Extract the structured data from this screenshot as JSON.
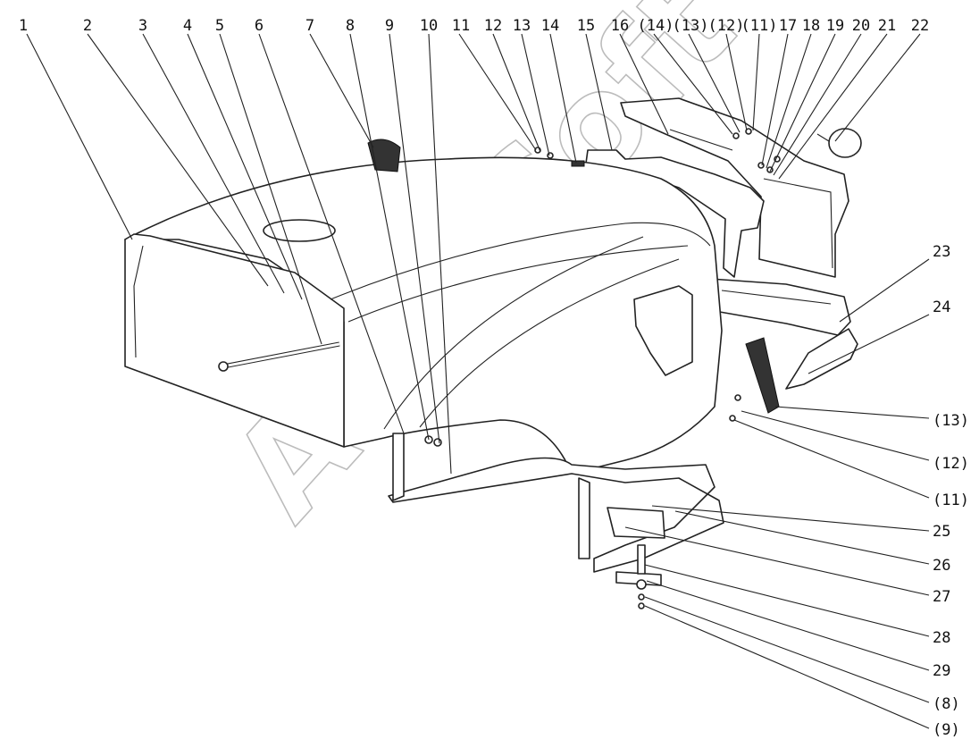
{
  "figure": {
    "watermark": "AutoSoft",
    "callouts_top": [
      {
        "id": "c1",
        "label": "1"
      },
      {
        "id": "c2",
        "label": "2"
      },
      {
        "id": "c3",
        "label": "3"
      },
      {
        "id": "c4",
        "label": "4"
      },
      {
        "id": "c5",
        "label": "5"
      },
      {
        "id": "c6",
        "label": "6"
      },
      {
        "id": "c7",
        "label": "7"
      },
      {
        "id": "c8",
        "label": "8"
      },
      {
        "id": "c9",
        "label": "9"
      },
      {
        "id": "c10",
        "label": "10"
      },
      {
        "id": "c11",
        "label": "11"
      },
      {
        "id": "c12",
        "label": "12"
      },
      {
        "id": "c13",
        "label": "13"
      },
      {
        "id": "c14",
        "label": "14"
      },
      {
        "id": "c15",
        "label": "15"
      },
      {
        "id": "c16",
        "label": "16"
      },
      {
        "id": "c14b",
        "label": "(14)"
      },
      {
        "id": "c13b",
        "label": "(13)"
      },
      {
        "id": "c12b",
        "label": "(12)"
      },
      {
        "id": "c11b",
        "label": "(11)"
      },
      {
        "id": "c17",
        "label": "17"
      },
      {
        "id": "c18",
        "label": "18"
      },
      {
        "id": "c19",
        "label": "19"
      },
      {
        "id": "c20",
        "label": "20"
      },
      {
        "id": "c21",
        "label": "21"
      },
      {
        "id": "c22",
        "label": "22"
      }
    ],
    "callouts_right": [
      {
        "id": "c23",
        "label": "23"
      },
      {
        "id": "c24",
        "label": "24"
      },
      {
        "id": "c13r",
        "label": "(13)"
      },
      {
        "id": "c12r",
        "label": "(12)"
      },
      {
        "id": "c11r",
        "label": "(11)"
      },
      {
        "id": "c25",
        "label": "25"
      },
      {
        "id": "c26",
        "label": "26"
      },
      {
        "id": "c27",
        "label": "27"
      },
      {
        "id": "c28",
        "label": "28"
      },
      {
        "id": "c29",
        "label": "29"
      },
      {
        "id": "c8r",
        "label": "(8)"
      },
      {
        "id": "c9r",
        "label": "(9)"
      }
    ]
  }
}
